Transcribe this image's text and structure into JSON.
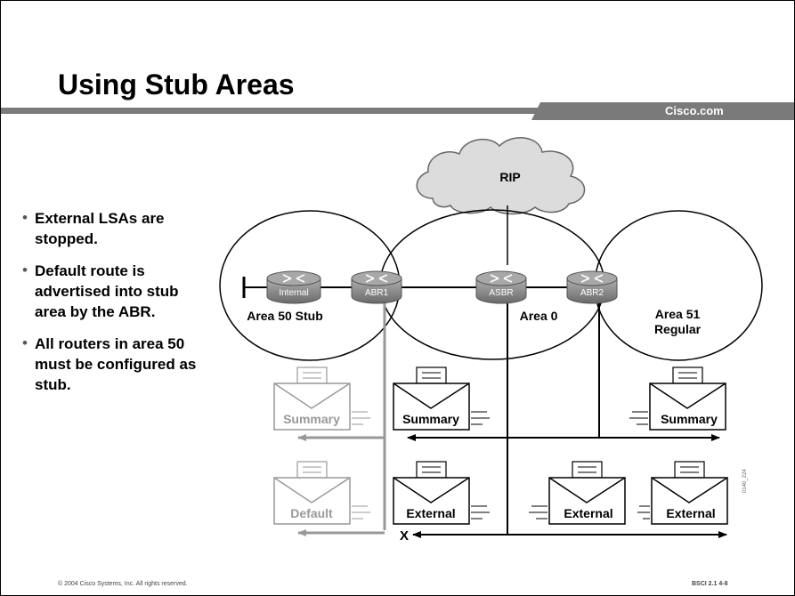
{
  "slide": {
    "title": "Using Stub Areas",
    "brand": "Cisco.com",
    "bullets": [
      "External LSAs are stopped.",
      "Default route is advertised into stub area by the ABR.",
      "All routers in area 50 must be configured as stub."
    ],
    "footer_left": "© 2004 Cisco Systems, Inc. All rights reserved.",
    "footer_right": "BSCI 2.1   4-8",
    "watermark": "0140_224"
  },
  "diagram": {
    "cloud_label": "RIP",
    "routers": {
      "internal": "Internal",
      "abr1": "ABR1",
      "asbr": "ASBR",
      "abr2": "ABR2"
    },
    "areas": {
      "stub": "Area 50 Stub",
      "backbone": "Area 0",
      "regular_line1": "Area 51",
      "regular_line2": "Regular"
    },
    "lsas": {
      "summary_blocked": "Summary",
      "summary_area0": "Summary",
      "summary_area51": "Summary",
      "default_stub": "Default",
      "external_area0": "External",
      "external_mid": "External",
      "external_right": "External"
    },
    "blocked_marker": "X"
  },
  "colors": {
    "blocked_grey": "#999999",
    "router_body": "#8a8a8a",
    "cloud_fill": "#dcdcdc"
  }
}
